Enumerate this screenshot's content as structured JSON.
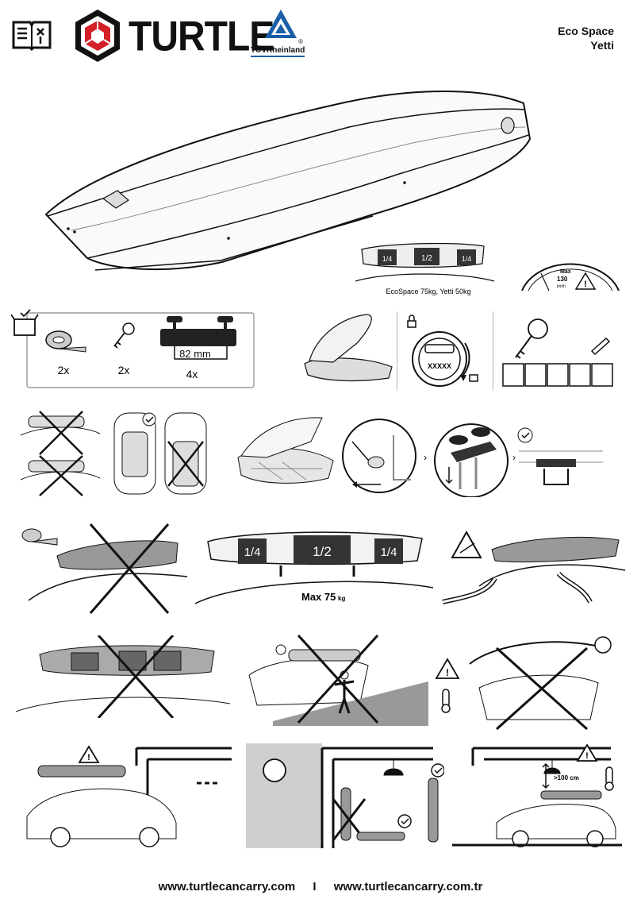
{
  "brand": {
    "name": "TURTLE",
    "certifier": "TÜVRheinland",
    "registered": "®"
  },
  "product": {
    "line1": "Eco Space",
    "line2": "Yetti"
  },
  "hero": {
    "load_labels": [
      "1/4",
      "1/2",
      "1/4"
    ],
    "load_note": "EcoSpace 75kg, Yetti 50kg"
  },
  "speed": {
    "label": "Max",
    "value": "130",
    "unit": "km/h"
  },
  "kit": {
    "strap_qty": "2x",
    "key_qty": "2x",
    "clamp_width": "82 mm",
    "clamp_qty": "4x"
  },
  "lock": {
    "code": "XXXXX"
  },
  "load_row": {
    "labels": [
      "1/4",
      "1/2",
      "1/4"
    ],
    "max_text": "Max 75",
    "max_unit": "kg"
  },
  "garage": {
    "clearance": ">100 cm"
  },
  "footer": {
    "url1": "www.turtlecancarry.com",
    "separator": "I",
    "url2": "www.turtlecancarry.com.tr"
  },
  "colors": {
    "ink": "#111111",
    "logo_red": "#d32027",
    "tuv_blue": "#1a5fa8",
    "gray": "#bdbdbd",
    "light": "#e8e8e8"
  }
}
